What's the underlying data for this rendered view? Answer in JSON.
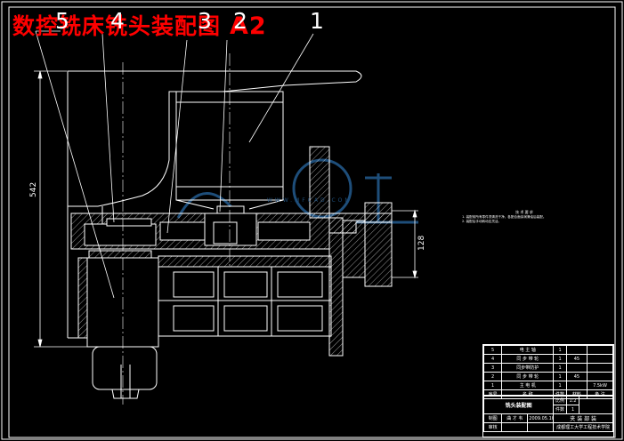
{
  "title": {
    "text": "数控铣床铣头装配图",
    "sheet_size": "A2"
  },
  "balloons": [
    "5",
    "4",
    "3",
    "2",
    "1"
  ],
  "dimensions": {
    "overall_height": "542",
    "flange_height": "128"
  },
  "notes": {
    "heading": "技 术 要 求",
    "items": [
      "1. 装配前所有零件须清洗干净，各配合面涂润滑油后装配。",
      "2. 装配后手动转动应灵活。"
    ]
  },
  "bom": {
    "rows": [
      {
        "no": "5",
        "name": "电 主 轴",
        "qty": "1",
        "material": "",
        "remark": ""
      },
      {
        "no": "4",
        "name": "同 步 带 轮",
        "qty": "1",
        "material": "45",
        "remark": ""
      },
      {
        "no": "3",
        "name": "同步带防护",
        "qty": "1",
        "material": "",
        "remark": ""
      },
      {
        "no": "2",
        "name": "同 步 带 轮",
        "qty": "1",
        "material": "45",
        "remark": ""
      },
      {
        "no": "1",
        "name": "主 电 机",
        "qty": "1",
        "material": "",
        "remark": "7.5kW"
      }
    ],
    "header": {
      "no": "序号",
      "name": "名 称",
      "qty": "件数",
      "material": "材料",
      "remark": "备 注"
    }
  },
  "title_block": {
    "drawing_name": "铣头装配图",
    "scale_label": "比例",
    "scale": "1:2",
    "sheet_label": "件数",
    "sheet": "1",
    "drawn_label": "制图",
    "drawn_by": "曲 才 韦",
    "drawn_date": "2009.05.10",
    "check_label": "审核",
    "school": "成都理工大学工程技术学院",
    "product": "夹 装 部 装"
  },
  "watermark": "WWW.MFCAD.COM",
  "colors": {
    "background": "#000000",
    "line": "#ffffff",
    "title": "#ff0000",
    "watermark": "#1e4e7a"
  }
}
